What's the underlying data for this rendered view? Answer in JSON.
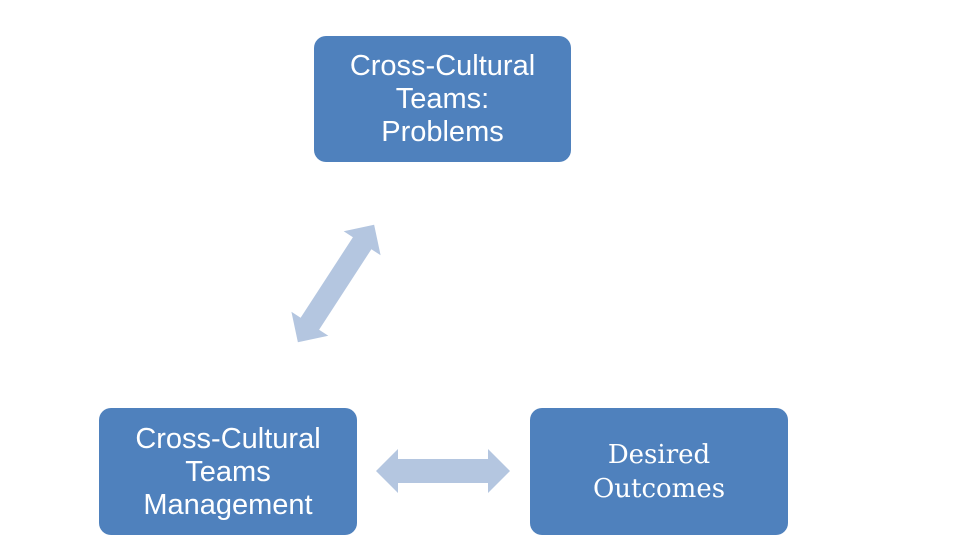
{
  "diagram": {
    "nodes": [
      {
        "id": "problems",
        "label": "Cross-Cultural\nTeams:\nProblems"
      },
      {
        "id": "management",
        "label": "Cross-Cultural\nTeams\nManagement"
      },
      {
        "id": "outcomes",
        "label": "Desired\nOutcomes"
      }
    ],
    "edges": [
      {
        "from": "management",
        "to": "problems",
        "type": "bidirectional"
      },
      {
        "from": "management",
        "to": "outcomes",
        "type": "bidirectional"
      }
    ],
    "colors": {
      "node_fill": "#4f81bd",
      "node_text": "#ffffff",
      "arrow_fill": "#b4c6e0"
    }
  }
}
